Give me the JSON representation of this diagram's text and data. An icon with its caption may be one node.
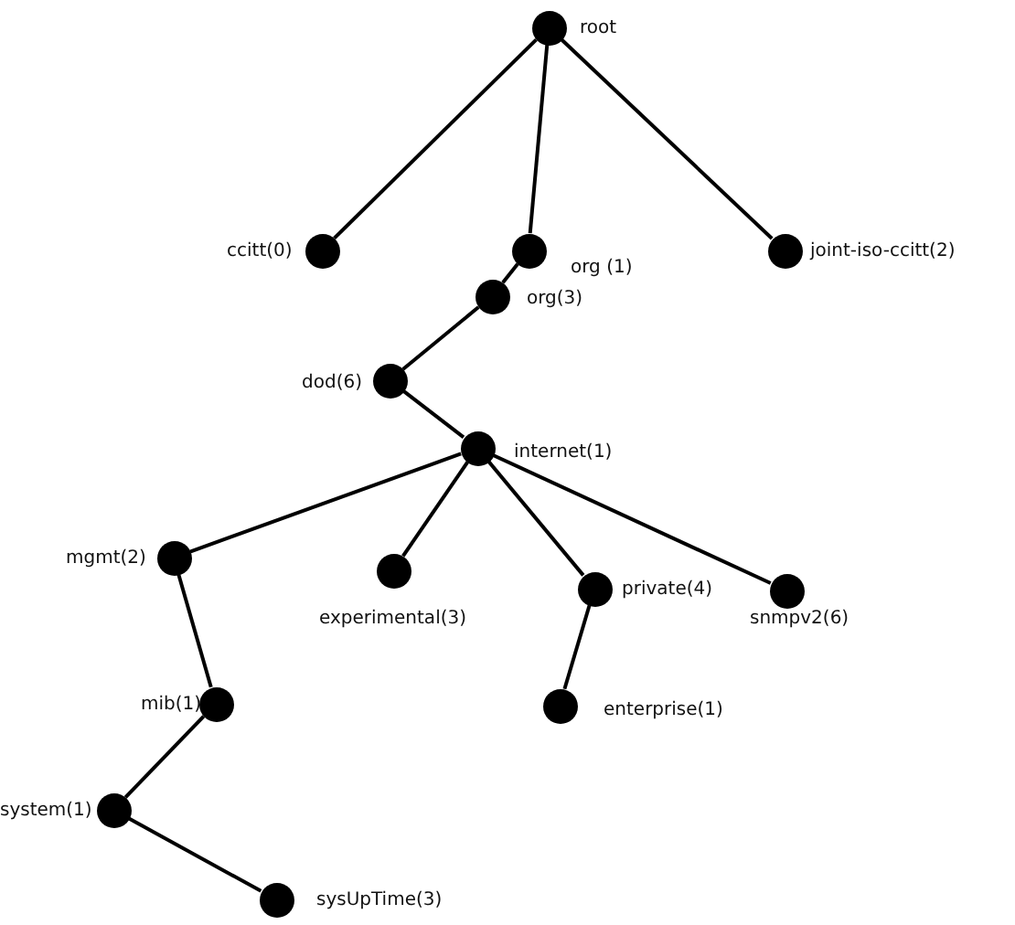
{
  "diagram": {
    "nodes": [
      {
        "text": [],
        "shape": "circle",
        "beside": [
          "root"
        ]
      },
      {
        "text": [],
        "shape": "circle",
        "beside": [
          "ccitt(0)"
        ]
      },
      {
        "text": [],
        "shape": "circle",
        "beside": [
          "org (1)"
        ]
      },
      {
        "text": [],
        "shape": "circle",
        "beside": [
          "joint-iso-ccitt(2)"
        ]
      },
      {
        "text": [],
        "shape": "circle",
        "beside": [
          "org(3)"
        ]
      },
      {
        "text": [],
        "shape": "circle",
        "beside": [
          "dod(6)"
        ]
      },
      {
        "text": [],
        "shape": "circle",
        "beside": [
          "internet(1)"
        ]
      },
      {
        "text": [],
        "shape": "circle",
        "beside": [
          "mgmt(2)"
        ]
      },
      {
        "text": [],
        "shape": "circle",
        "beside": [
          "experimental(3)"
        ]
      },
      {
        "text": [],
        "shape": "circle",
        "beside": [
          "private(4)"
        ]
      },
      {
        "text": [],
        "shape": "circle",
        "beside": [
          "snmpv2(6)"
        ]
      },
      {
        "text": [],
        "shape": "circle",
        "beside": [
          "mib(1)"
        ]
      },
      {
        "text": [],
        "shape": "circle",
        "beside": [
          "enterprise(1)"
        ]
      },
      {
        "text": [],
        "shape": "circle",
        "beside": [
          "system(1)"
        ]
      },
      {
        "text": [],
        "shape": "circle",
        "beside": [
          "sysUpTime(3)"
        ]
      }
    ],
    "edges": [
      {
        "from": 0,
        "to": 1,
        "arrow": "none"
      },
      {
        "from": 0,
        "to": 2,
        "arrow": "none"
      },
      {
        "from": 0,
        "to": 3,
        "arrow": "none"
      },
      {
        "from": 2,
        "to": 4,
        "arrow": "none"
      },
      {
        "from": 4,
        "to": 5,
        "arrow": "none"
      },
      {
        "from": 5,
        "to": 6,
        "arrow": "none"
      },
      {
        "from": 6,
        "to": 7,
        "arrow": "none"
      },
      {
        "from": 6,
        "to": 8,
        "arrow": "none"
      },
      {
        "from": 6,
        "to": 9,
        "arrow": "none"
      },
      {
        "from": 6,
        "to": 10,
        "arrow": "none"
      },
      {
        "from": 7,
        "to": 11,
        "arrow": "none"
      },
      {
        "from": 9,
        "to": 12,
        "arrow": "none"
      },
      {
        "from": 11,
        "to": 13,
        "arrow": "none"
      },
      {
        "from": 13,
        "to": 14,
        "arrow": "none"
      }
    ]
  }
}
